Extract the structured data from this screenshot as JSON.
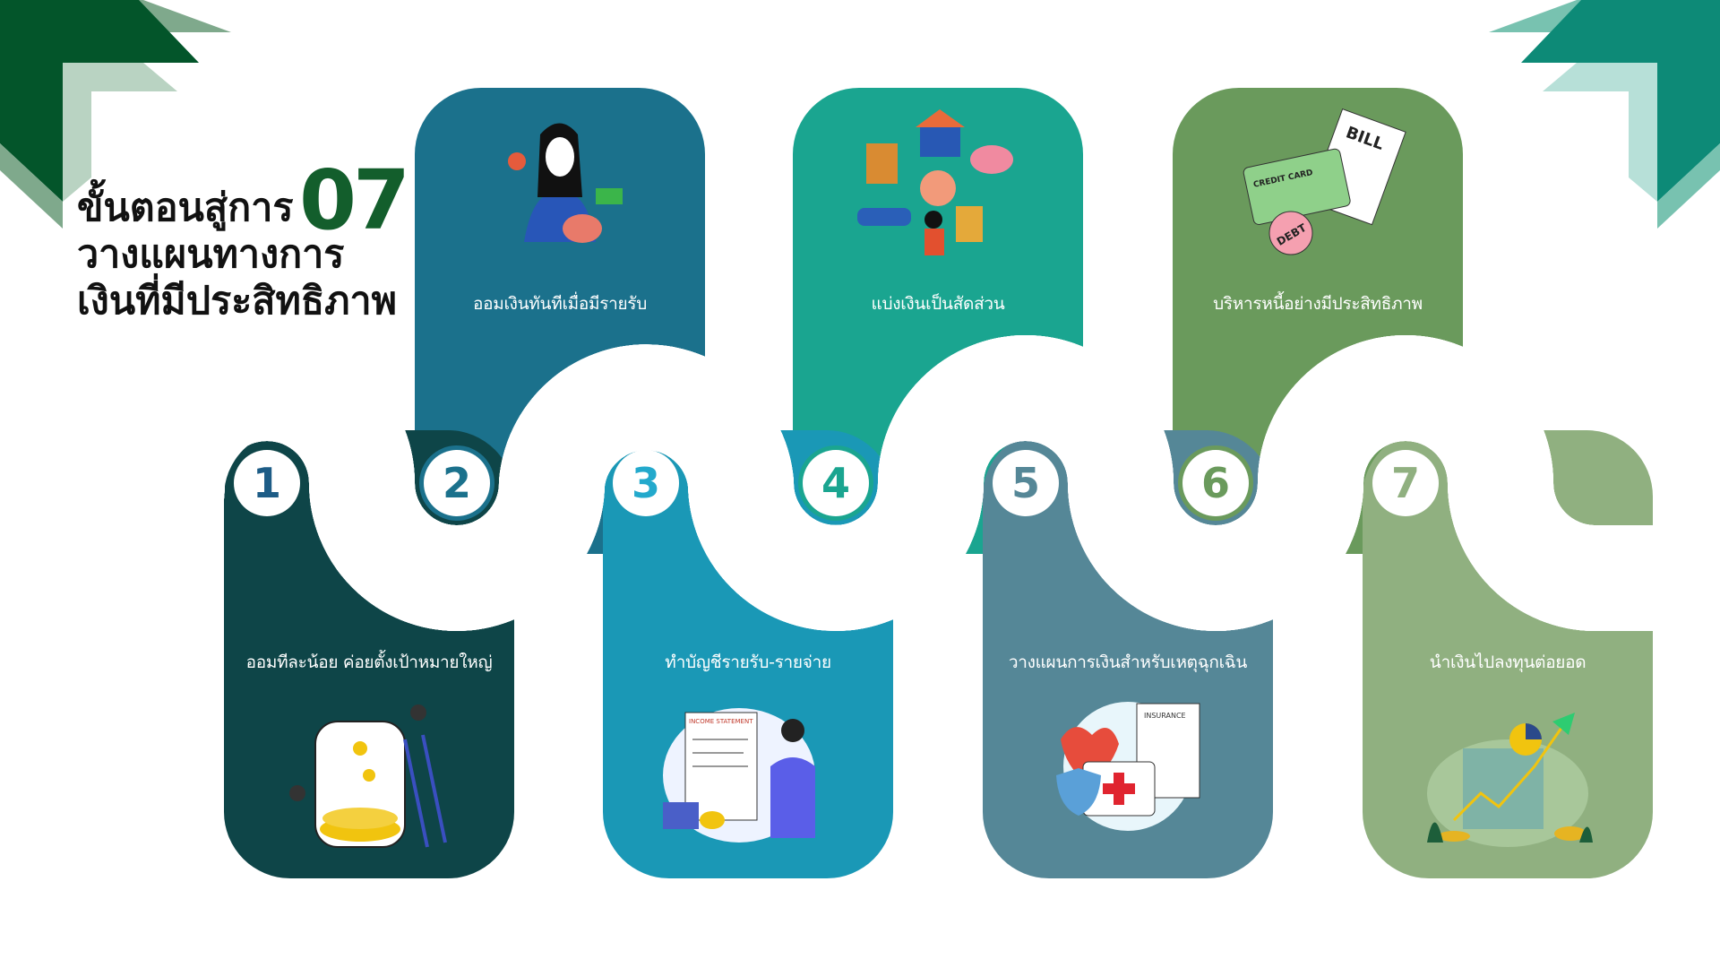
{
  "title": {
    "line1": "ขั้นตอนสู่การ",
    "line2": "วางแผนทางการ",
    "line3": "เงินที่มีประสิทธิภาพ",
    "count": "07"
  },
  "steps": [
    {
      "number": "1",
      "label": "ออมทีละน้อย ค่อยตั้งเป้าหมายใหญ่",
      "color": "#0e4548",
      "number_color": "#1d5c86",
      "icon": "coin-jar-icon"
    },
    {
      "number": "2",
      "label": "ออมเงินทันทีเมื่อมีรายรับ",
      "color": "#1b718c",
      "number_color": "#1b718c",
      "icon": "piggy-bank-icon"
    },
    {
      "number": "3",
      "label": "ทำบัญชีรายรับ-รายจ่าย",
      "color": "#1a98b6",
      "number_color": "#23a9cc",
      "icon": "income-statement-icon",
      "illus_text": "INCOME STATEMENT"
    },
    {
      "number": "4",
      "label": "แบ่งเงินเป็นสัดส่วน",
      "color": "#1aa590",
      "number_color": "#1aa590",
      "icon": "budget-split-icon"
    },
    {
      "number": "5",
      "label": "วางแผนการเงินสำหรับเหตุฉุกเฉิน",
      "color": "#558797",
      "number_color": "#558797",
      "icon": "insurance-icon",
      "illus_text": "INSURANCE"
    },
    {
      "number": "6",
      "label": "บริหารหนี้อย่างมีประสิทธิภาพ",
      "color": "#6a9a5c",
      "number_color": "#6a9a5c",
      "icon": "debt-bill-icon",
      "illus_text": "BILL",
      "illus_text2": "CREDIT CARD",
      "illus_text3": "DEBT"
    },
    {
      "number": "7",
      "label": "นำเงินไปลงทุนต่อยอด",
      "color": "#90b080",
      "number_color": "#90b080",
      "icon": "investment-growth-icon"
    }
  ],
  "colors": {
    "road": "#555555",
    "title_accent": "#135e2c"
  }
}
